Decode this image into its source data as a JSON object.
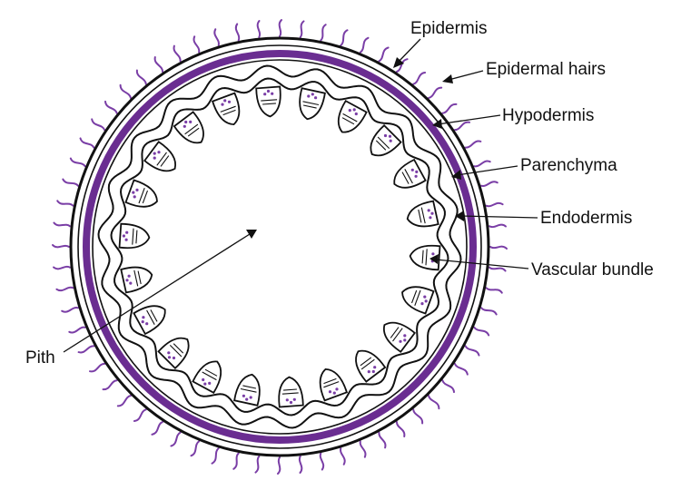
{
  "diagram": {
    "labels": {
      "epidermis": "Epidermis",
      "epidermal_hairs": "Epidermal hairs",
      "hypodermis": "Hypodermis",
      "parenchyma": "Parenchyma",
      "endodermis": "Endodermis",
      "vascular_bundle": "Vascular bundle",
      "pith": "Pith"
    },
    "colors": {
      "hypodermis_band": "#6a2d91",
      "hairs": "#7a3ea6",
      "dots": "#7a3ea6",
      "outline": "#111111",
      "background": "#ffffff"
    }
  }
}
